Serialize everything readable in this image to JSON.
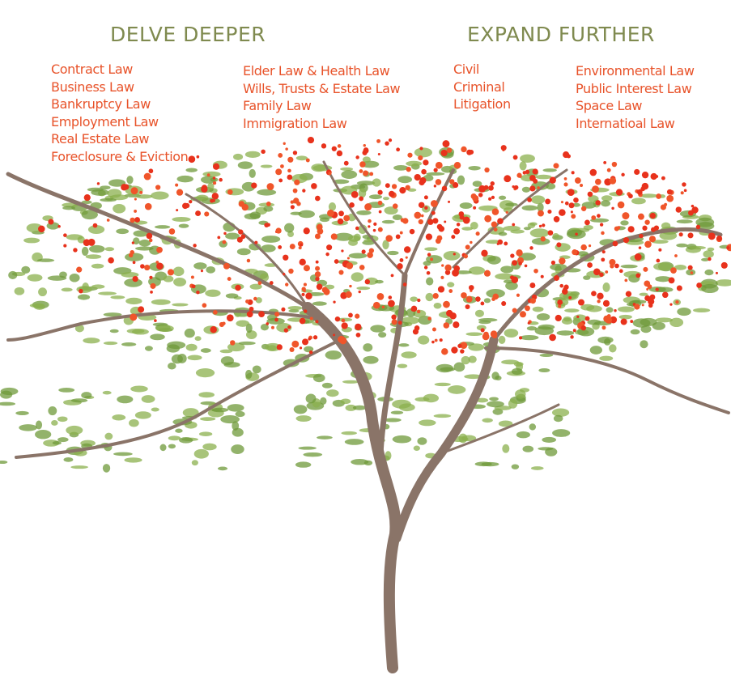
{
  "delve_deeper": {
    "title": "DELVE DEEPER",
    "column_1": [
      "Contract Law",
      "Business Law",
      "Bankruptcy Law",
      "Employment Law",
      "Real Estate Law",
      "Foreclosure & Eviction"
    ],
    "column_2": [
      "Elder Law & Health Law",
      "Wills, Trusts & Estate Law",
      "Family Law",
      "Immigration Law"
    ]
  },
  "expand_further": {
    "title": "EXPAND FURTHER",
    "column_1": [
      "Civil",
      "Criminal",
      "Litigation"
    ],
    "column_2": [
      "Environmental Law",
      "Public Interest Law",
      "Space Law",
      "Internatioal Law"
    ]
  },
  "colors": {
    "heading": "#7f8a4f",
    "list_text": "#e8532a",
    "flower": "#e8321c",
    "leaf": "#6f9a3a",
    "bark": "#8a7468"
  }
}
